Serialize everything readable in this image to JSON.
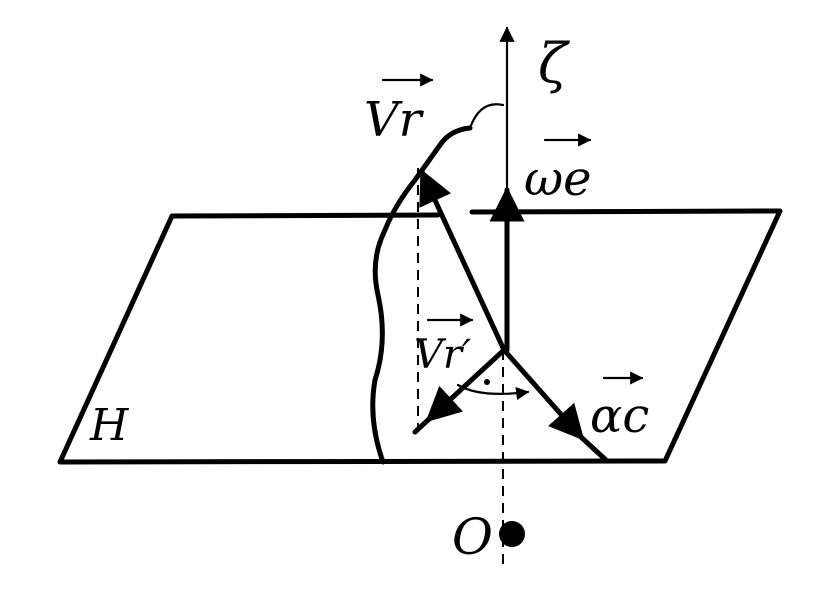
{
  "labels": {
    "zeta": "ζ",
    "v_r": "Vr",
    "omega_e": "ωe",
    "v_r_prime": "Vr′",
    "a_c": "αc",
    "plane": "H",
    "origin": "O"
  }
}
